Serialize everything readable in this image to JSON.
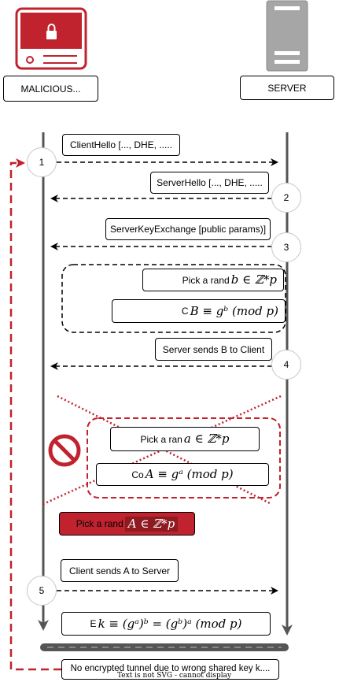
{
  "actors": {
    "attacker": {
      "label": "MALICIOUS...",
      "icon": "laptop-lock-icon"
    },
    "server": {
      "label": "SERVER",
      "icon": "server-icon"
    }
  },
  "steps": [
    {
      "number": "1",
      "message": "ClientHello [..., DHE, ....."
    },
    {
      "number": "2",
      "message": "ServerHello [..., DHE, ....."
    },
    {
      "number": "3",
      "message": "ServerKeyExchange [public params)]"
    },
    {
      "number": "4",
      "message": "Server sends B to Client"
    },
    {
      "number": "5",
      "message": "Client sends A to Server"
    }
  ],
  "server_notes": {
    "pick_b": {
      "text": "Pick a rand",
      "math": "b ∈ ℤ*p"
    },
    "compute_b": {
      "text": "C",
      "math": "B ≡ gᵇ (mod p)"
    }
  },
  "client_notes": {
    "pick_a": {
      "text": "Pick a ran",
      "math": "a ∈ ℤ*p"
    },
    "compute_a": {
      "text": "Co",
      "math": "A ≡ gᵃ (mod p)"
    },
    "forged_a": {
      "text": "Pick a rand",
      "math": "A ∈ ℤ*p"
    }
  },
  "shared_key": {
    "text": "E",
    "math": "k ≡ (gᵃ)ᵇ = (gᵇ)ᵃ (mod p)"
  },
  "tunnel": {
    "label": "No encrypted tunnel due to wrong shared key k....",
    "fallback_note": "Text is not SVG - cannot display"
  },
  "blocked_icon": "no-entry-icon",
  "colors": {
    "attack_red": "#c0222e",
    "line_gray": "#555555",
    "circle_border": "#c8c8c8"
  }
}
